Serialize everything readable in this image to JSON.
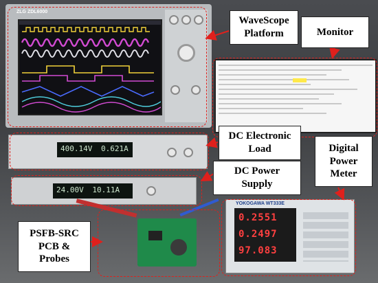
{
  "labels": {
    "wavescope_line1": "WaveScope",
    "wavescope_line2": "Platform",
    "monitor": "Monitor",
    "dc_load_line1": "DC Electronic",
    "dc_load_line2": "Load",
    "dc_supply_line1": "DC Power",
    "dc_supply_line2": "Supply",
    "power_meter_line1": "Digital",
    "power_meter_line2": "Power",
    "power_meter_line3": "Meter",
    "pcb_line1": "PSFB-SRC",
    "pcb_line2": "PCB &",
    "pcb_line3": "Probes"
  },
  "equipment": {
    "scope_brand": "ZLG ZDL6000",
    "load_readout_v": "400.14V",
    "load_readout_a": "0.621A",
    "psu_readout_v": "24.00V",
    "psu_readout_a": "10.11A",
    "meter_brand": "YOKOGAWA WT333E",
    "meter_row1": "0.2551",
    "meter_row2": "0.2497",
    "meter_row3": "97.083"
  },
  "colors": {
    "dash": "#e0201c",
    "trace_yellow": "#f2d23a",
    "trace_magenta": "#d34bd3",
    "trace_cyan": "#4fd0e0",
    "trace_blue": "#4a6bff"
  }
}
